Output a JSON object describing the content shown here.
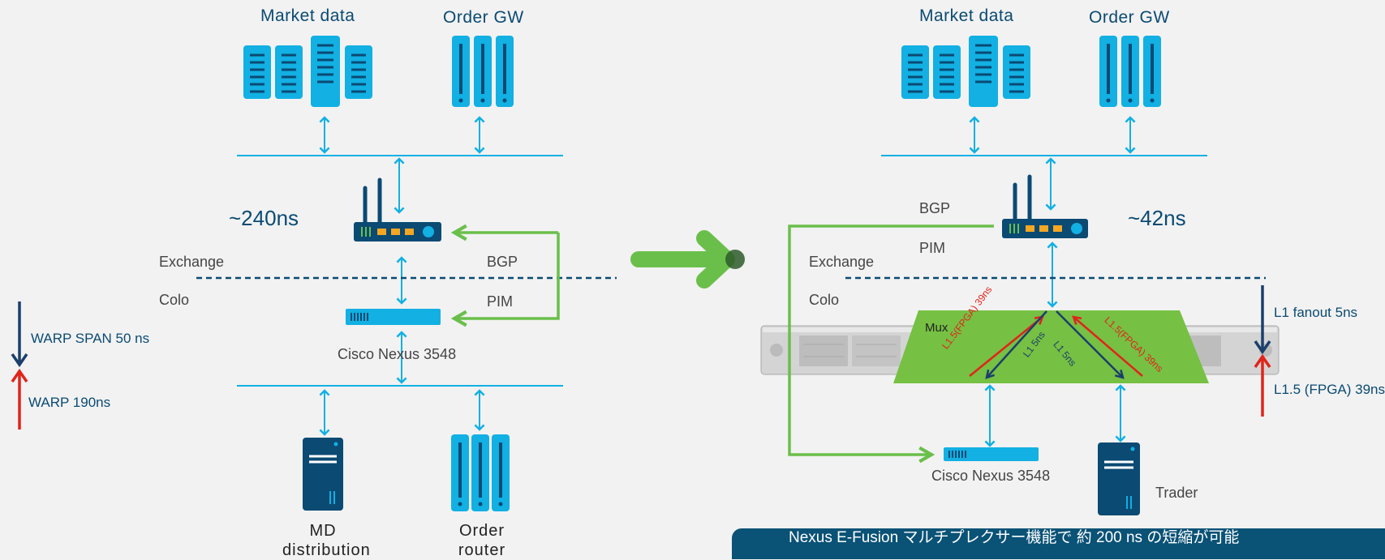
{
  "left": {
    "market_data": "Market data",
    "order_gw": "Order GW",
    "latency": "~240ns",
    "exchange": "Exchange",
    "colo": "Colo",
    "bgp": "BGP",
    "pim": "PIM",
    "switch_name": "Cisco Nexus 3548",
    "md_distribution": "MD\ndistribution",
    "md_line1": "MD",
    "md_line2": "distribution",
    "order_line1": "Order",
    "order_line2": "router",
    "warp_span": "WARP SPAN 50 ns",
    "warp": "WARP 190ns"
  },
  "right": {
    "market_data": "Market data",
    "order_gw": "Order GW",
    "latency": "~42ns",
    "exchange": "Exchange",
    "colo": "Colo",
    "bgp": "BGP",
    "pim": "PIM",
    "mux": "Mux",
    "l15_left": "L1.5(FPGA) 39ns",
    "l1_left": "L1 5ns",
    "l1_right": "L1 5ns",
    "l15_right": "L1.5(FPGA) 39ns",
    "l1_fanout": "L1 fanout 5ns",
    "l15_fpga": "L1.5 (FPGA) 39ns",
    "switch_name": "Cisco Nexus 3548",
    "trader": "Trader"
  },
  "banner": "Nexus E-Fusion マルチプレクサー機能で 約 200 ns の短縮が可能",
  "colors": {
    "cyan": "#12b0e3",
    "navy": "#0a4a73",
    "green": "#6abf4b",
    "red": "#e0241b",
    "orange": "#f5a623"
  }
}
